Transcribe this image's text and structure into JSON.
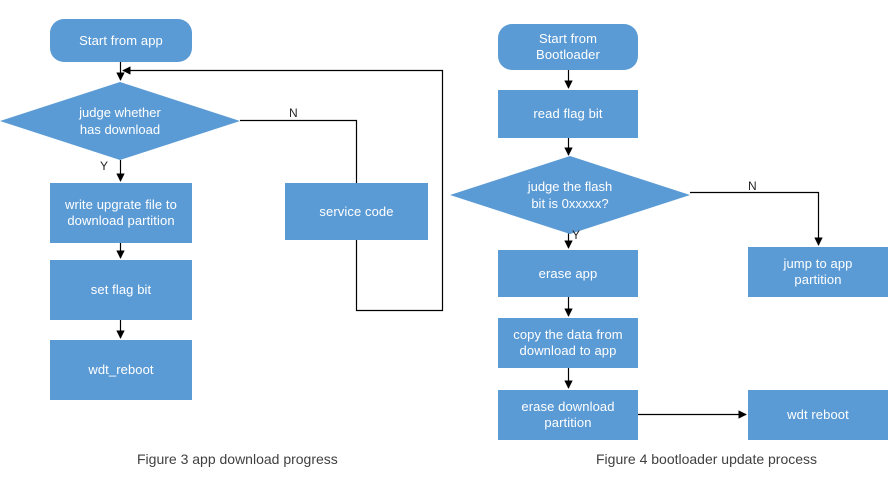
{
  "figures": [
    {
      "id": "figure-3",
      "caption": "Figure 3 app download progress",
      "nodes": {
        "start": "Start from app",
        "judge": "judge whether\nhas download",
        "write": "write upgrate file to\ndownload partition",
        "setflag": "set flag bit",
        "reboot": "wdt_reboot",
        "service": "service code"
      },
      "edge_labels": {
        "yes": "Y",
        "no": "N"
      }
    },
    {
      "id": "figure-4",
      "caption": "Figure 4 bootloader update process",
      "nodes": {
        "start": "Start from\nBootloader",
        "readflag": "read flag bit",
        "judge": "judge the flash\nbit is 0xxxxx?",
        "erase_app": "erase app",
        "copy": "copy the data from\ndownload to app",
        "erase_dl": "erase download\npartition",
        "jump": "jump to app\npartition",
        "reboot": "wdt reboot"
      },
      "edge_labels": {
        "yes": "Y",
        "no": "N"
      }
    }
  ],
  "colors": {
    "node_fill": "#5B9BD5",
    "node_text": "#FFFFFF",
    "edge_stroke": "#000000",
    "caption_text": "#404040",
    "background": "#FFFFFF"
  }
}
